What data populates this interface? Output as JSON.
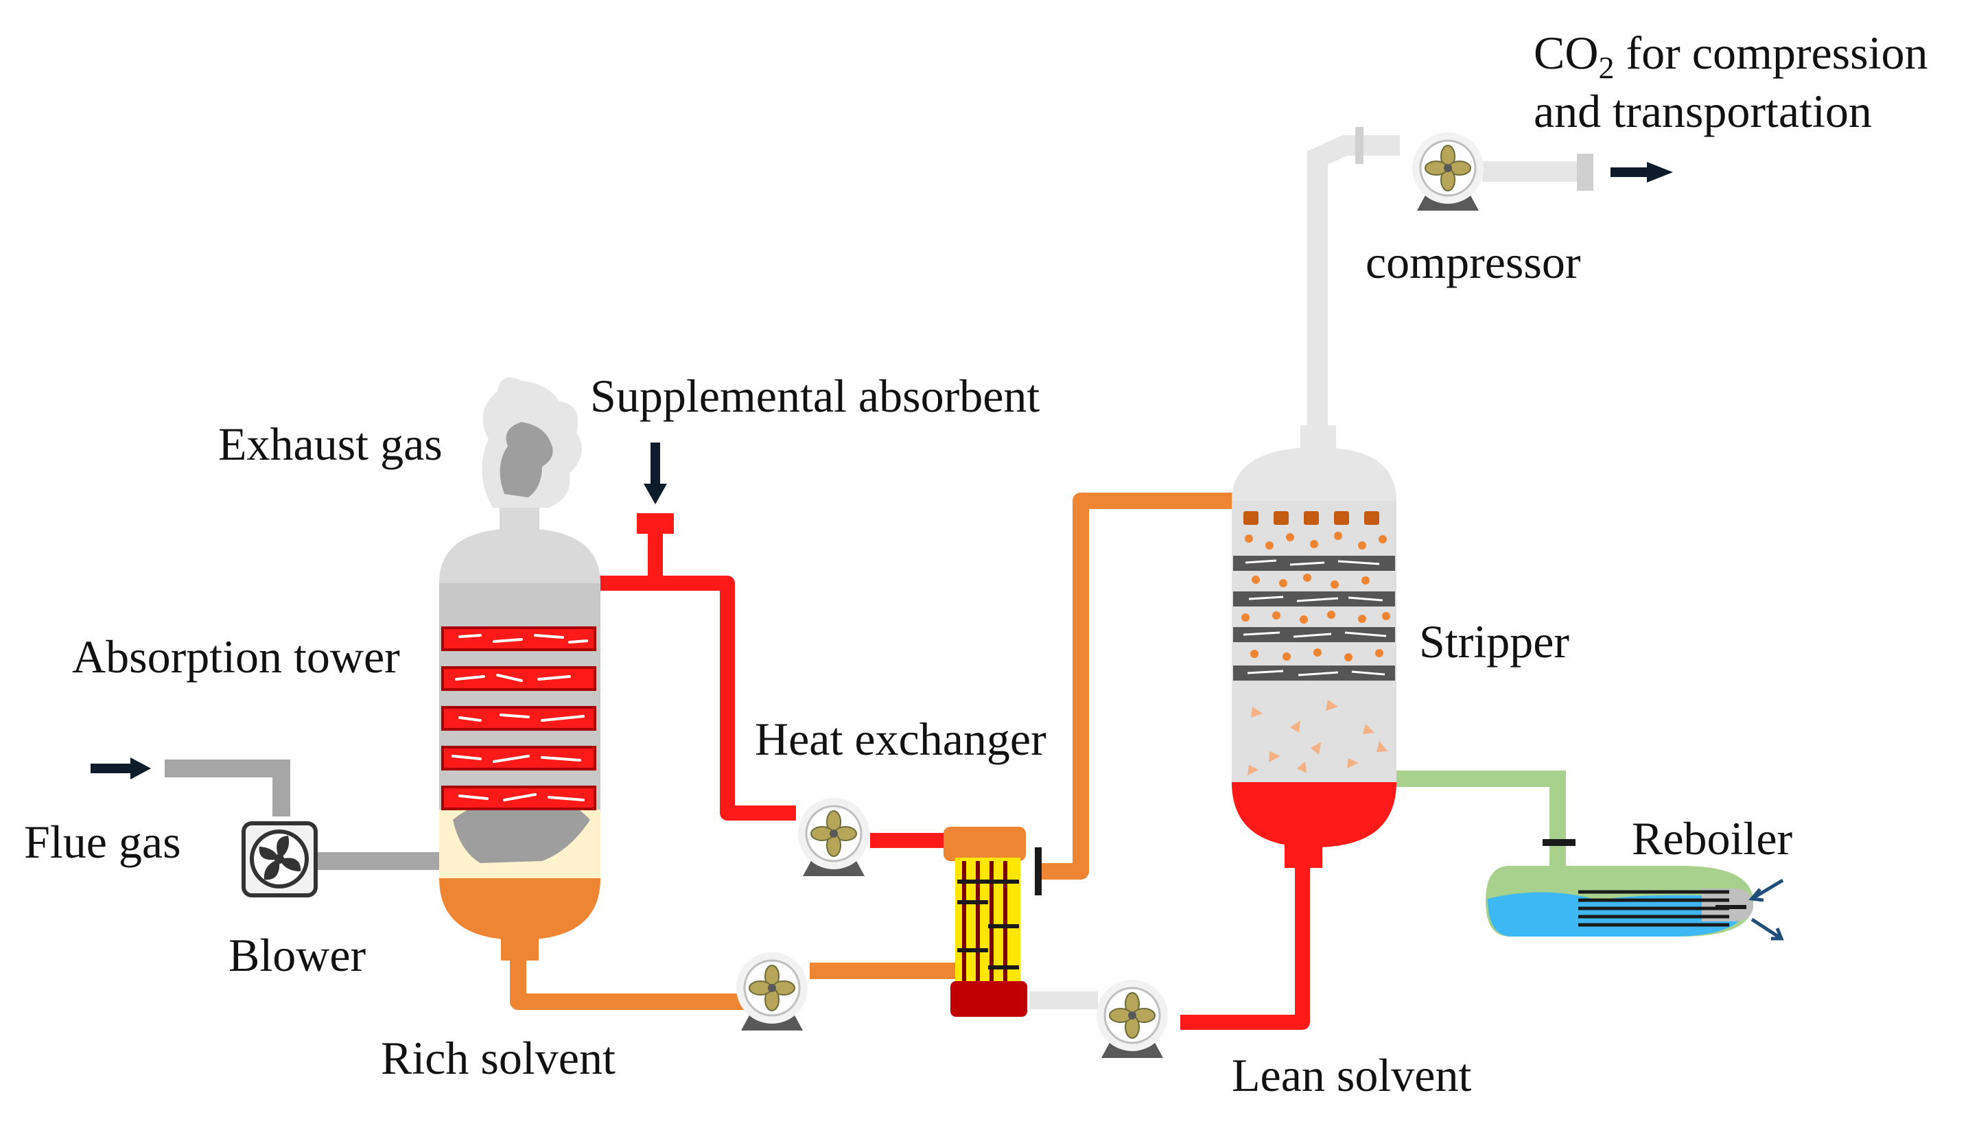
{
  "labels": {
    "co2_line1_a": "CO",
    "co2_line1_sub": "2",
    "co2_line1_b": " for compression",
    "co2_line2": "and transportation",
    "compressor": "compressor",
    "supplemental_absorbent": "Supplemental absorbent",
    "exhaust_gas": "Exhaust gas",
    "absorption_tower": "Absorption tower",
    "stripper": "Stripper",
    "heat_exchanger": "Heat exchanger",
    "flue_gas": "Flue gas",
    "blower": "Blower",
    "reboiler": "Reboiler",
    "rich_solvent": "Rich solvent",
    "lean_solvent": "Lean solvent"
  },
  "colors": {
    "rich_stream": "#EE8533",
    "lean_stream": "#FF1A1A",
    "gas_pipe": "#A6A6A6",
    "vapor_pipe": "#E6E6E6",
    "steam_pipe": "#A9D18E",
    "reboiler_liquid": "#3DB8F5",
    "vessel_gray": "#D9D9D9",
    "packing_gray": "#555555",
    "exchanger_yellow": "#FFE600",
    "exchanger_dark_red": "#C00000",
    "pump_fan": "#B7A65A",
    "arrow": "#0D1B2A"
  }
}
